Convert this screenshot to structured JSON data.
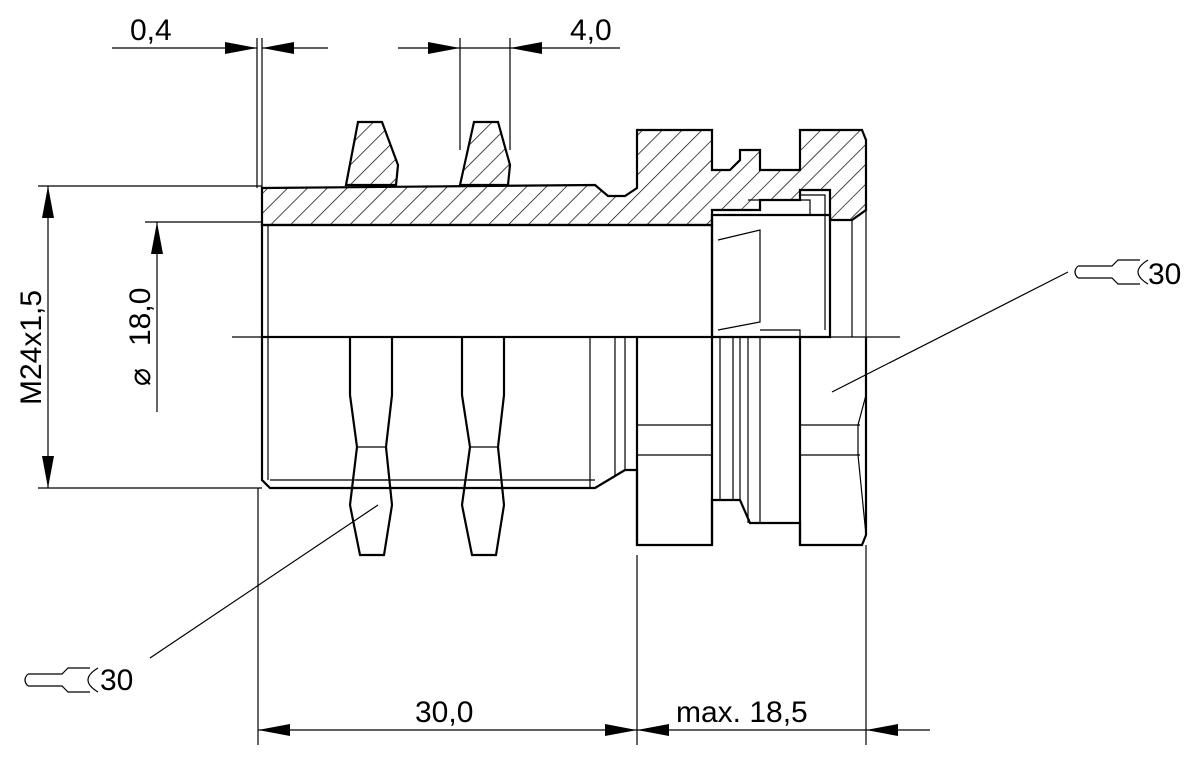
{
  "dimensions": {
    "top_left": "0,4",
    "top_right": "4,0",
    "thread": "M24x1,5",
    "diameter": "18,0",
    "diameter_symbol": "⌀",
    "bottom_left": "30,0",
    "bottom_right": "max. 18,5"
  },
  "wrench_callouts": {
    "left_value": "30",
    "right_value": "30"
  }
}
